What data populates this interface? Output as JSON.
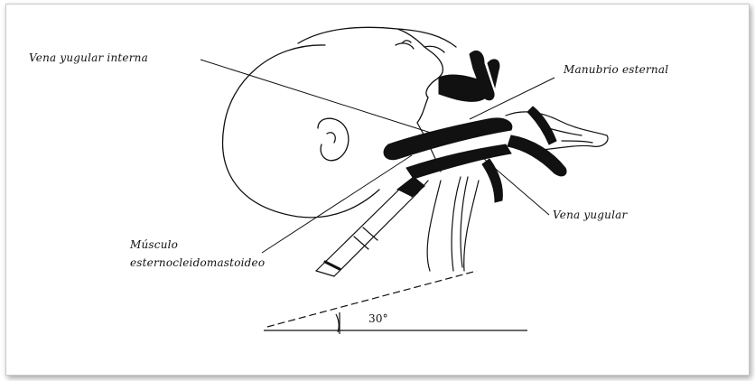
{
  "labels": {
    "vena_yugular_interna": "Vena yugular interna",
    "manubrio_esternal": "Manubrio esternal",
    "vena_yugular": "Vena yugular",
    "musculo_line1": "Músculo",
    "musculo_line2": "esternocleidomastoideo",
    "angle": "30°"
  },
  "colors": {
    "ink": "#111111",
    "frame_border": "#c9c9c9",
    "background": "#ffffff"
  }
}
